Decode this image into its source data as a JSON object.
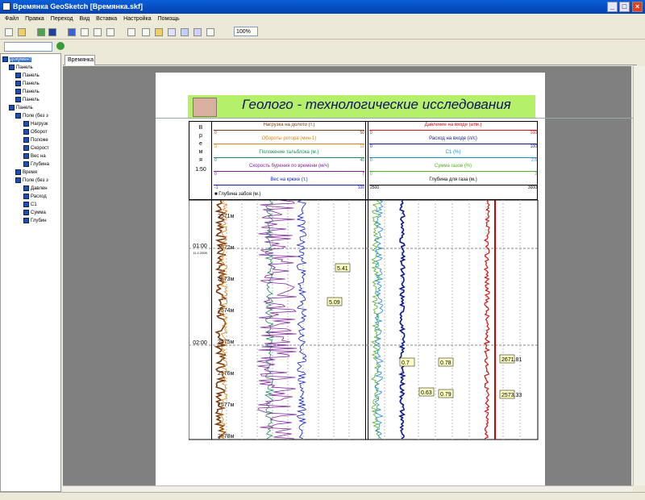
{
  "window": {
    "title": "Времянка GeoSketch  [Времянка.skf]"
  },
  "menu": [
    "Файл",
    "Правка",
    "Переход",
    "Вид",
    "Вставка",
    "Настройка",
    "Помощь"
  ],
  "toolbar": {
    "zoom": "100%"
  },
  "tree": [
    {
      "label": "Документ",
      "selected": true
    },
    {
      "label": "Панель"
    },
    {
      "label": "Панель"
    },
    {
      "label": "Панель"
    },
    {
      "label": "Панель"
    },
    {
      "label": "Панель"
    },
    {
      "label": "Панель"
    },
    {
      "label": "Поле (без з"
    },
    {
      "label": "Нагрузк"
    },
    {
      "label": "Оборот"
    },
    {
      "label": "Положе"
    },
    {
      "label": "Скорост"
    },
    {
      "label": "Вес на"
    },
    {
      "label": "Глубина"
    },
    {
      "label": "Время"
    },
    {
      "label": "Поле (без з"
    },
    {
      "label": "Давлен"
    },
    {
      "label": "Расход"
    },
    {
      "label": "С1"
    },
    {
      "label": "Сумма"
    },
    {
      "label": "Глубин"
    }
  ],
  "tab": "Времянка",
  "report": {
    "title": "Геолого - технологические исследования",
    "time_header": "В р е м я",
    "time_scale": "1:50",
    "left_params": [
      {
        "name": "Нагрузка на долото (т.)",
        "min": "0",
        "max": "50",
        "color": "#7a3a10"
      },
      {
        "name": "Обороты ротора  (мин-1)",
        "min": "0",
        "max": "10",
        "color": "#e08010"
      },
      {
        "name": "Положение тальблока (м.)",
        "min": "0",
        "max": "40",
        "color": "#1a8a5a"
      },
      {
        "name": "Скорость бурения по времени (м/ч)",
        "min": "0",
        "max": "7",
        "color": "#8020a0"
      },
      {
        "name": "Вес на крюке (т.)",
        "min": "-1",
        "max": "100",
        "color": "#1020c0"
      }
    ],
    "depth_legend": "Глубина забоя (м.)",
    "right_params": [
      {
        "name": "Давление на входе (атм.)",
        "min": "0",
        "max": "160",
        "color": "#d01010"
      },
      {
        "name": "Расход на входе (л/с)",
        "min": "0",
        "max": "100",
        "color": "#0a1a8a"
      },
      {
        "name": "С1 (%)",
        "min": "0",
        "max": "2.5",
        "color": "#1a8ad0"
      },
      {
        "name": "Сумма газов (%)",
        "min": "0",
        "max": "2",
        "color": "#50b020"
      },
      {
        "name": "Глубина для газа (м.)",
        "min": "2500",
        "max": "3000",
        "color": "#000000"
      }
    ],
    "times": [
      {
        "t": "01:00",
        "d": "11.4.2008"
      },
      {
        "t": "02:00",
        "d": ""
      }
    ],
    "depth_marks": [
      "2571м",
      "2572м",
      "2573м",
      "2574м",
      "2575м",
      "2576м",
      "2577м",
      "2578м"
    ],
    "callouts_left": [
      "5.41",
      "5.09"
    ],
    "callouts_right": [
      "0.7",
      "0.78",
      "0.63",
      "0.79",
      "2671.81",
      "2573.33"
    ]
  }
}
